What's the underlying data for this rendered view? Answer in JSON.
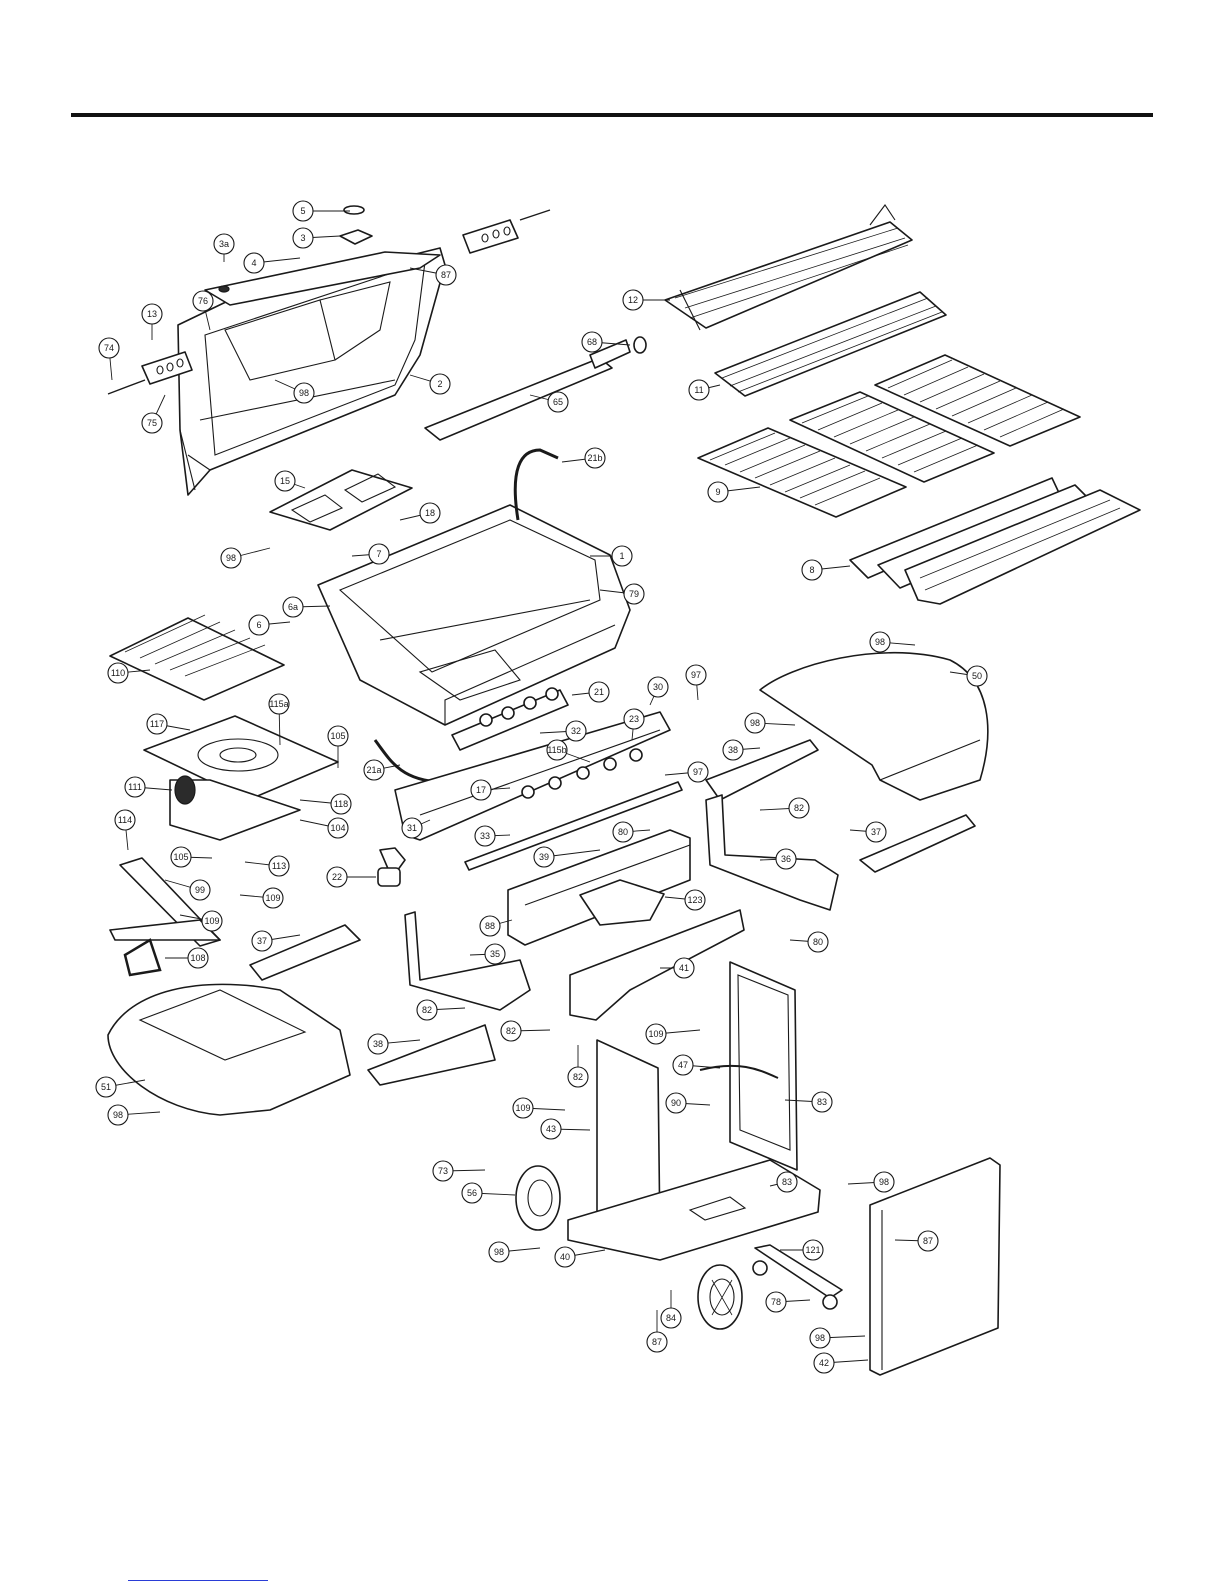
{
  "diagram": {
    "callouts": [
      {
        "label": "5"
      },
      {
        "label": "3"
      },
      {
        "label": "3a"
      },
      {
        "label": "4"
      },
      {
        "label": "87"
      },
      {
        "label": "76"
      },
      {
        "label": "13"
      },
      {
        "label": "74"
      },
      {
        "label": "98"
      },
      {
        "label": "2"
      },
      {
        "label": "75"
      },
      {
        "label": "12"
      },
      {
        "label": "68"
      },
      {
        "label": "65"
      },
      {
        "label": "11"
      },
      {
        "label": "21b"
      },
      {
        "label": "9"
      },
      {
        "label": "15"
      },
      {
        "label": "18"
      },
      {
        "label": "98"
      },
      {
        "label": "7"
      },
      {
        "label": "1"
      },
      {
        "label": "79"
      },
      {
        "label": "8"
      },
      {
        "label": "6a"
      },
      {
        "label": "6"
      },
      {
        "label": "110"
      },
      {
        "label": "98"
      },
      {
        "label": "50"
      },
      {
        "label": "21"
      },
      {
        "label": "30"
      },
      {
        "label": "97"
      },
      {
        "label": "117"
      },
      {
        "label": "115a"
      },
      {
        "label": "105"
      },
      {
        "label": "23"
      },
      {
        "label": "98"
      },
      {
        "label": "32"
      },
      {
        "label": "115b"
      },
      {
        "label": "21a"
      },
      {
        "label": "38"
      },
      {
        "label": "111"
      },
      {
        "label": "118"
      },
      {
        "label": "97"
      },
      {
        "label": "17"
      },
      {
        "label": "82"
      },
      {
        "label": "104"
      },
      {
        "label": "31"
      },
      {
        "label": "33"
      },
      {
        "label": "80"
      },
      {
        "label": "114"
      },
      {
        "label": "37"
      },
      {
        "label": "105"
      },
      {
        "label": "113"
      },
      {
        "label": "36"
      },
      {
        "label": "22"
      },
      {
        "label": "39"
      },
      {
        "label": "109"
      },
      {
        "label": "99"
      },
      {
        "label": "123"
      },
      {
        "label": "109"
      },
      {
        "label": "88"
      },
      {
        "label": "80"
      },
      {
        "label": "37"
      },
      {
        "label": "35"
      },
      {
        "label": "108"
      },
      {
        "label": "41"
      },
      {
        "label": "82"
      },
      {
        "label": "82"
      },
      {
        "label": "38"
      },
      {
        "label": "109"
      },
      {
        "label": "47"
      },
      {
        "label": "51"
      },
      {
        "label": "82"
      },
      {
        "label": "98"
      },
      {
        "label": "90"
      },
      {
        "label": "83"
      },
      {
        "label": "109"
      },
      {
        "label": "43"
      },
      {
        "label": "73"
      },
      {
        "label": "83"
      },
      {
        "label": "98"
      },
      {
        "label": "56"
      },
      {
        "label": "87"
      },
      {
        "label": "98"
      },
      {
        "label": "40"
      },
      {
        "label": "121"
      },
      {
        "label": "78"
      },
      {
        "label": "84"
      },
      {
        "label": "87"
      },
      {
        "label": "98"
      },
      {
        "label": "42"
      }
    ]
  }
}
